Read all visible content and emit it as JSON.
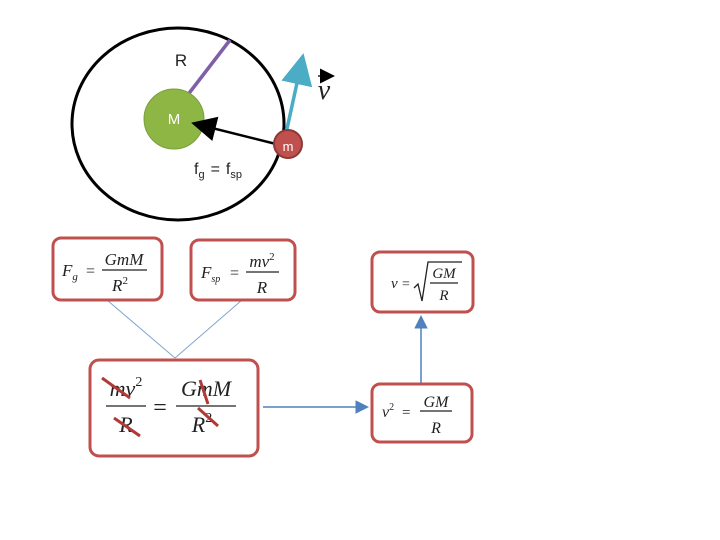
{
  "diagram": {
    "orbit": {
      "radius_label": "R",
      "central_mass_label": "M",
      "orbiting_mass_label": "m",
      "velocity_label": "v",
      "force_balance": {
        "f1": "f",
        "f1_sub": "g",
        "eq": "=",
        "f2": "f",
        "f2_sub": "sp"
      }
    },
    "equations": {
      "gravity": {
        "lhs": "F",
        "lhs_sub": "g",
        "eq": "=",
        "num": "GmM",
        "den": "R",
        "den_sup": "2"
      },
      "centripetal": {
        "lhs": "F",
        "lhs_sub": "sp",
        "eq": "=",
        "num": "mv",
        "num_sup": "2",
        "den": "R"
      },
      "combined": {
        "l_num": "mv",
        "l_num_sup": "2",
        "l_den": "R",
        "eq": "=",
        "r_num": "GmM",
        "r_den": "R",
        "r_den_sup": "2"
      },
      "simplified": {
        "lhs": "v",
        "lhs_sup": "2",
        "eq": "=",
        "num": "GM",
        "den": "R"
      },
      "result": {
        "lhs": "v",
        "eq": "=",
        "num": "GM",
        "den": "R"
      }
    },
    "colors": {
      "orbit": "#000000",
      "central_mass": "#8db645",
      "orbiting_mass": "#c0504d",
      "radius_line": "#7f5fa8",
      "velocity_arrow": "#4bacc6",
      "box_border": "#c0504d",
      "connector": "#7fa7d0",
      "flow_arrow": "#4f81bd",
      "strike": "#b03a37"
    }
  }
}
